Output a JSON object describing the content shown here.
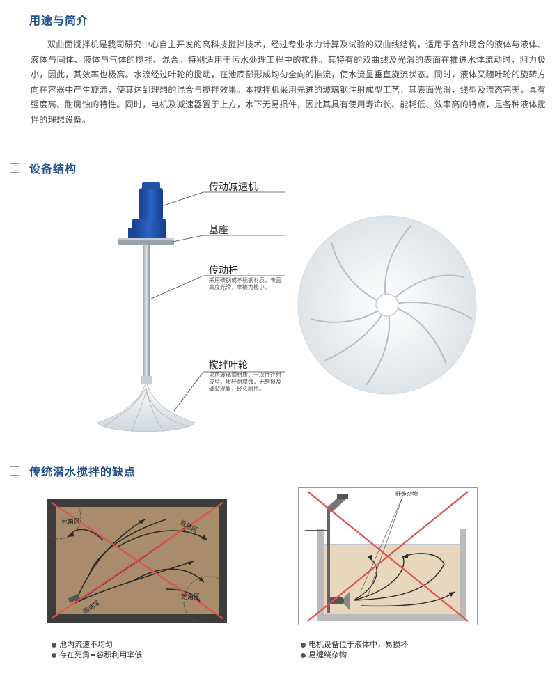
{
  "sections": [
    {
      "title": "用途与简介"
    },
    {
      "title": "设备结构"
    },
    {
      "title": "传统潜水搅拌的缺点"
    }
  ],
  "intro_text": "双曲面搅拌机是我司研究中心自主开发的高科技搅拌技术，经过专业水力计算及试验的双曲线结构，适用于各种场合的液体与液体、液体与固体、液体与气体的搅拌、混合。特别适用于污水处理工程中的搅拌。其特有的双曲线及光滑的表面在推进水体流动时，阻力极小，因此，其效率也极高。水流经过叶轮的搅动，在池底部形成均匀全向的推流，使水流呈垂直旋流状态。同时，液体又随叶轮的旋转方向在容器中产生旋流，使其达到理想的混合与搅拌效果。本搅拌机采用先进的玻璃钢注射成型工艺，其表面光滑，线型及流态完美，具有强度高、耐腐蚀的特性。同时，电机及减速器置于上方，水下无易损件，因此其具有使用寿命长、能耗低、效率高的特点，是各种液体搅拌的理想设备。",
  "structure": {
    "gear_motor": "传动减速机",
    "base": "基座",
    "shaft": "传动杆",
    "shaft_note": "采用碳钢或不锈钢材质，表面高度光滑，摩擦力极小。",
    "impeller": "搅拌叶轮",
    "impeller_note": "采用玻璃钢材质，一次性注射成型，质轻耐腐蚀，无磨损及破裂现象，经久耐用。"
  },
  "diagram_left": {
    "dead_zone_1": "死角区",
    "low_speed_zone": "低速区",
    "high_speed_zone": "高速区",
    "dead_zone_2": "死角区"
  },
  "diagram_right": {
    "fiber_debris": "纤维杂物"
  },
  "drawbacks_left": [
    "池内流速不均匀",
    "存在死角=容积利用率低"
  ],
  "drawbacks_right": [
    "电机设备位于液体中，易损坏",
    "易缠绕杂物"
  ],
  "colors": {
    "title_blue": "#1e4f8c",
    "motor_blue": "#1f4fa8",
    "tank_brown": "#a88c6c",
    "cross_red": "#e05050"
  }
}
